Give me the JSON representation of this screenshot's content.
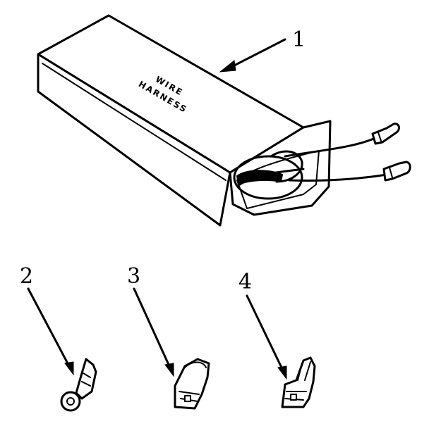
{
  "box": {
    "label_line1": "WIRE",
    "label_line2": "HARNESS"
  },
  "callouts": [
    {
      "number": "1",
      "part": "wire-harness"
    },
    {
      "number": "2",
      "part": "ring-terminal"
    },
    {
      "number": "3",
      "part": "flag-terminal"
    },
    {
      "number": "4",
      "part": "spade-terminal"
    }
  ],
  "colors": {
    "ink": "#000000",
    "paper": "#ffffff"
  }
}
